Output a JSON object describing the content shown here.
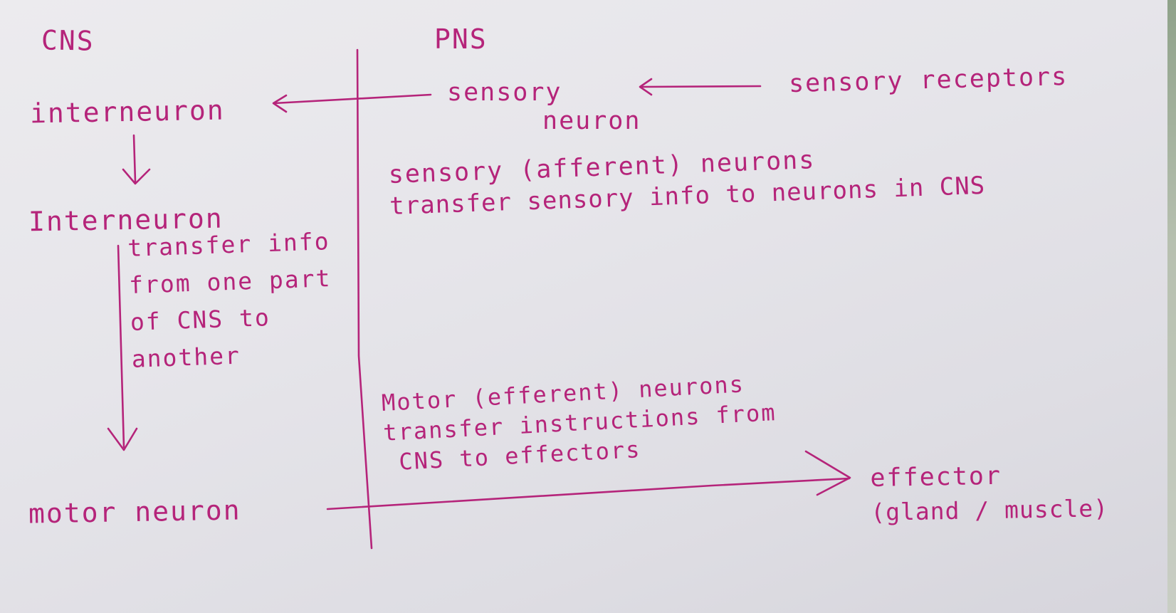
{
  "headers": {
    "cns": "CNS",
    "pns": "PNS"
  },
  "left_column": {
    "interneuron_top": "interneuron",
    "interneuron_mid": "Interneuron",
    "interneuron_note": [
      "transfer info",
      "from one part",
      "of CNS to",
      "another"
    ],
    "motor_neuron": "motor neuron"
  },
  "right_column": {
    "sensory_neuron": [
      "sensory",
      "neuron"
    ],
    "sensory_receptors": "sensory receptors",
    "sensory_desc": [
      "sensory (afferent) neurons",
      "transfer sensory info to neurons in CNS"
    ],
    "motor_desc": [
      "Motor (efferent) neurons",
      "transfer instructions from",
      "CNS to effectors"
    ],
    "effector": [
      "effector",
      "(gland / muscle)"
    ]
  },
  "colors": {
    "ink": "#b5247a",
    "paper": "#e6e5ea"
  }
}
